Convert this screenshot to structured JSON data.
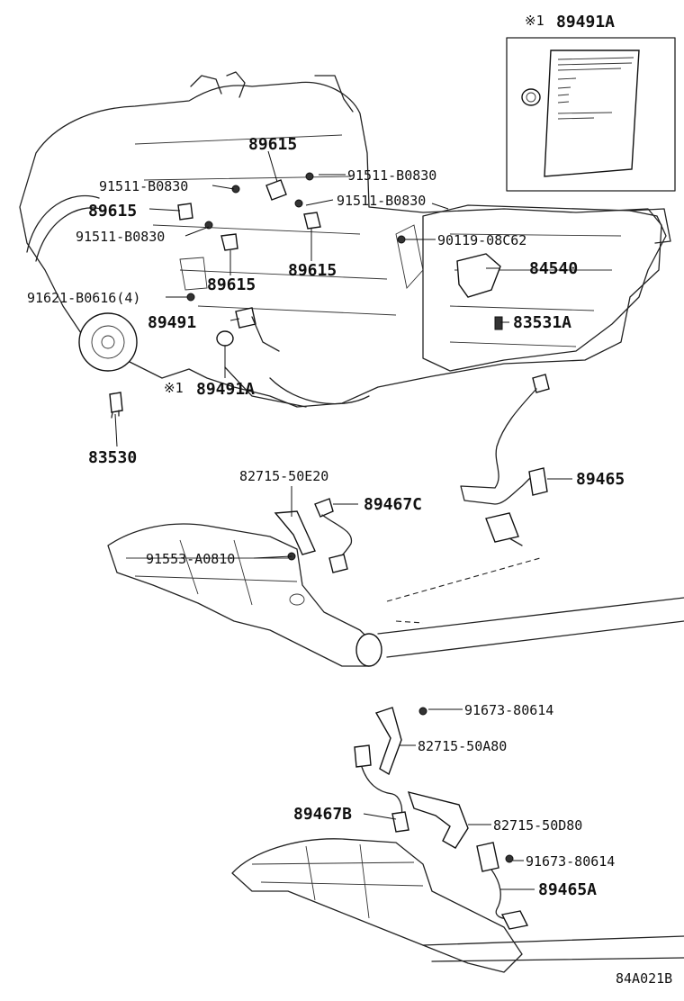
{
  "labels": {
    "p89491A_top": "89491A",
    "note_mark_top": "※1",
    "p89615_a": "89615",
    "p91511_a": "91511-B0830",
    "p91511_b": "91511-B0830",
    "p89615_b": "89615",
    "p91511_c": "91511-B0830",
    "p91511_d": "91511-B0830",
    "p90119": "90119-08C62",
    "p89615_c": "89615",
    "p84540": "84540",
    "p89615_d": "89615",
    "p91621": "91621-B0616(4)",
    "p89491": "89491",
    "p83531A": "83531A",
    "note_mark_mid": "※1",
    "p89491A_mid": "89491A",
    "p83530": "83530",
    "p82715_50E20": "82715-50E20",
    "p89465": "89465",
    "p89467C": "89467C",
    "p91553": "91553-A0810",
    "p91673_a": "91673-80614",
    "p82715_50A80": "82715-50A80",
    "p89467B": "89467B",
    "p82715_50D80": "82715-50D80",
    "p91673_b": "91673-80614",
    "p89465A": "89465A",
    "diagram_code": "84A021B"
  }
}
